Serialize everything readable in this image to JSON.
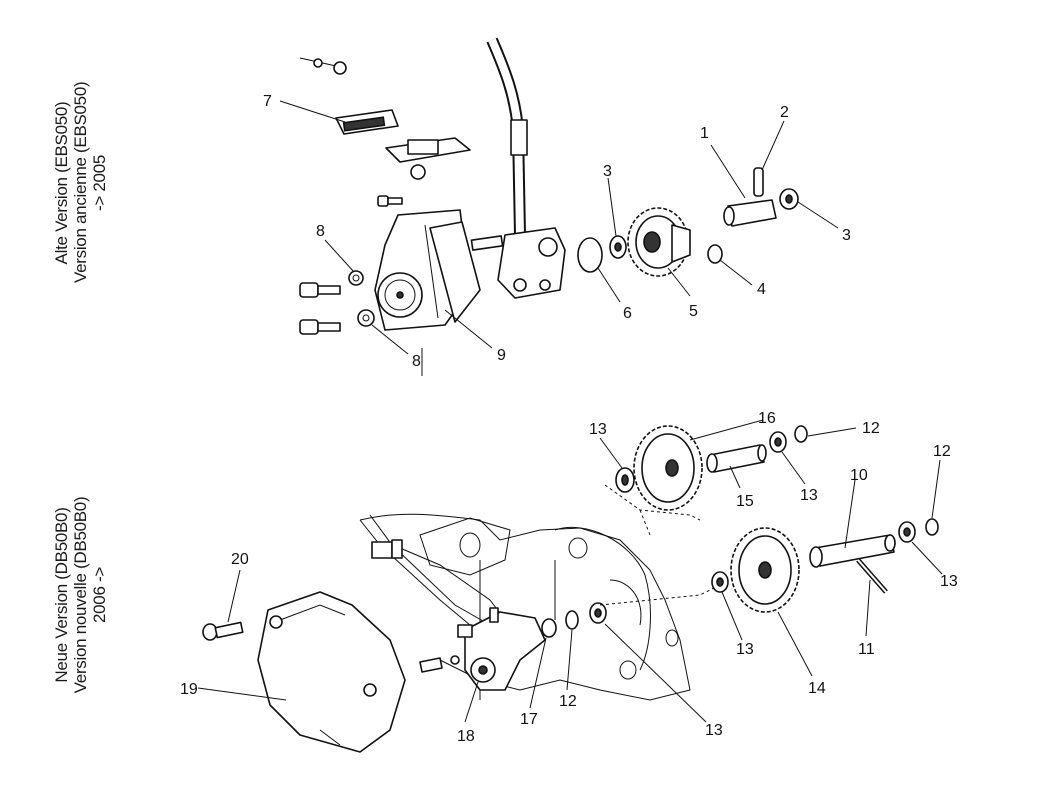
{
  "versions": {
    "old": {
      "line1": "Alte Version (EBS050)",
      "line2": "Version ancienne (EBS050)",
      "line3": "-> 2005"
    },
    "new": {
      "line1": "Neue Version (DB50B0)",
      "line2": "Version nouvelle (DB50B0)",
      "line3": "2006 ->"
    }
  },
  "callouts": {
    "c1": "1",
    "c2": "2",
    "c3a": "3",
    "c3b": "3",
    "c4": "4",
    "c5": "5",
    "c6": "6",
    "c7": "7",
    "c8a": "8",
    "c8b": "8",
    "c9": "9",
    "c10": "10",
    "c11": "11",
    "c12a": "12",
    "c12b": "12",
    "c12c": "12",
    "c13a": "13",
    "c13b": "13",
    "c13c": "13",
    "c13d": "13",
    "c13e": "13",
    "c14": "14",
    "c15": "15",
    "c16": "16",
    "c17": "17",
    "c18": "18",
    "c19": "19",
    "c20": "20"
  },
  "colors": {
    "ink": "#111111",
    "paper": "#ffffff"
  }
}
